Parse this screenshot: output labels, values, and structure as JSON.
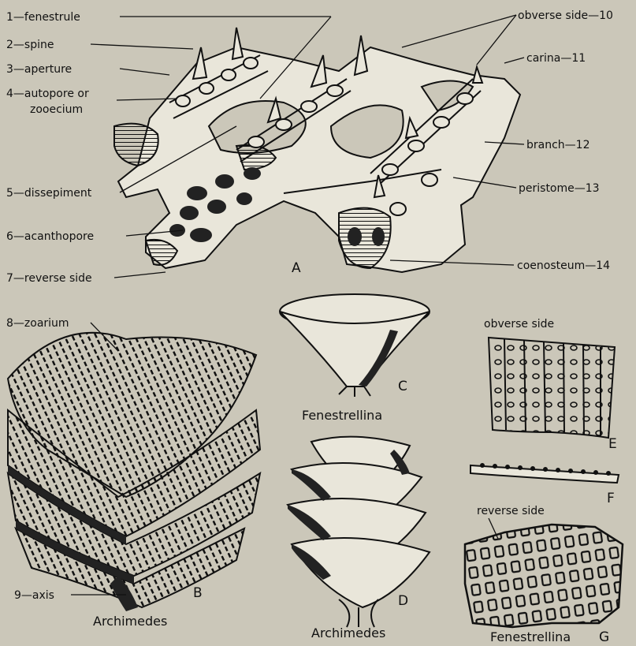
{
  "labels": {
    "l1": "1—fenestrule",
    "l2": "2—spine",
    "l3": "3—aperture",
    "l4a": "4—autopore or",
    "l4b": "zooecium",
    "l5": "5—dissepiment",
    "l6": "6—acanthopore",
    "l7": "7—reverse side",
    "l8": "8—zoarium",
    "l9": "9—axis",
    "l10": "obverse side—10",
    "l11": "carina—11",
    "l12": "branch—12",
    "l13": "peristome—13",
    "l14": "coenosteum—14"
  },
  "figures": {
    "A": "A",
    "B": "B",
    "C": "C",
    "D": "D",
    "E": "E",
    "F": "F",
    "G": "G"
  },
  "captions": {
    "archimedes_b": "Archimedes",
    "fenestrellina_c": "Fenestrellina",
    "archimedes_d": "Archimedes",
    "fenestrellina_g": "Fenestrellina",
    "obverse_side_e": "obverse side",
    "reverse_side_g": "reverse side"
  },
  "colors": {
    "background": "#cbc7b9",
    "ink": "#111111"
  }
}
